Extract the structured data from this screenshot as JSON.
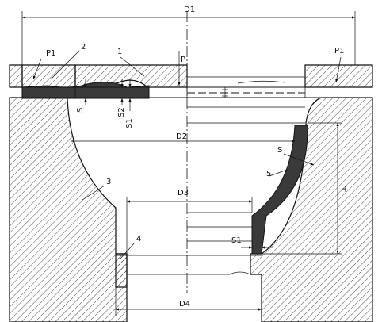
{
  "labels": {
    "D1": "D1",
    "D2": "D2",
    "D3": "D3",
    "D4": "D4",
    "H": "H",
    "P": "P",
    "P1_left": "P1",
    "P1_right": "P1",
    "S_left": "S",
    "S_mid": "S",
    "S1_top": "S1",
    "S1_bottom": "S1",
    "S2": "S2",
    "n1": "1",
    "n2": "2",
    "n3": "3",
    "n4": "4",
    "n5": "5"
  }
}
